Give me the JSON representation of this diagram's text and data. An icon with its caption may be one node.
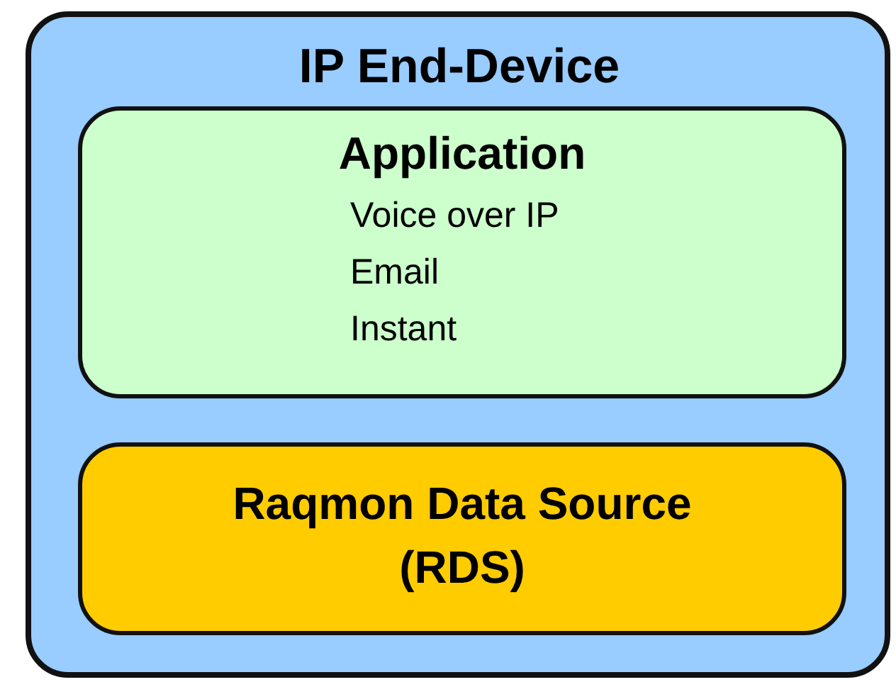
{
  "diagram": {
    "nodes": [
      {
        "text": [
          "IP End-Device"
        ]
      },
      {
        "text": [
          "Application",
          "Voice over IP",
          "Email",
          "Instant"
        ],
        "in": 0
      },
      {
        "text": [
          "Raqmon Data Source (RDS)"
        ],
        "in": 0
      }
    ]
  }
}
